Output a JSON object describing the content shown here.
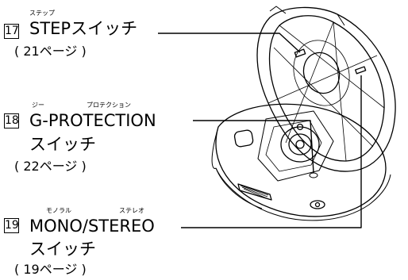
{
  "callouts": [
    {
      "number": "17",
      "ruby": "ステップ",
      "label": "STEPスイッチ",
      "page_ref": "( 21ページ )"
    },
    {
      "number": "18",
      "ruby_g": "ジー",
      "ruby_protection": "プロテクション",
      "label_line1": "G-PROTECTION",
      "label_line2": "スイッチ",
      "page_ref": "( 22ページ )"
    },
    {
      "number": "19",
      "ruby_mono": "モノラル",
      "ruby_stereo": "ステレオ",
      "label_line1": "MONO/STEREO",
      "label_line2": "スイッチ",
      "page_ref": "( 19ページ )"
    }
  ]
}
